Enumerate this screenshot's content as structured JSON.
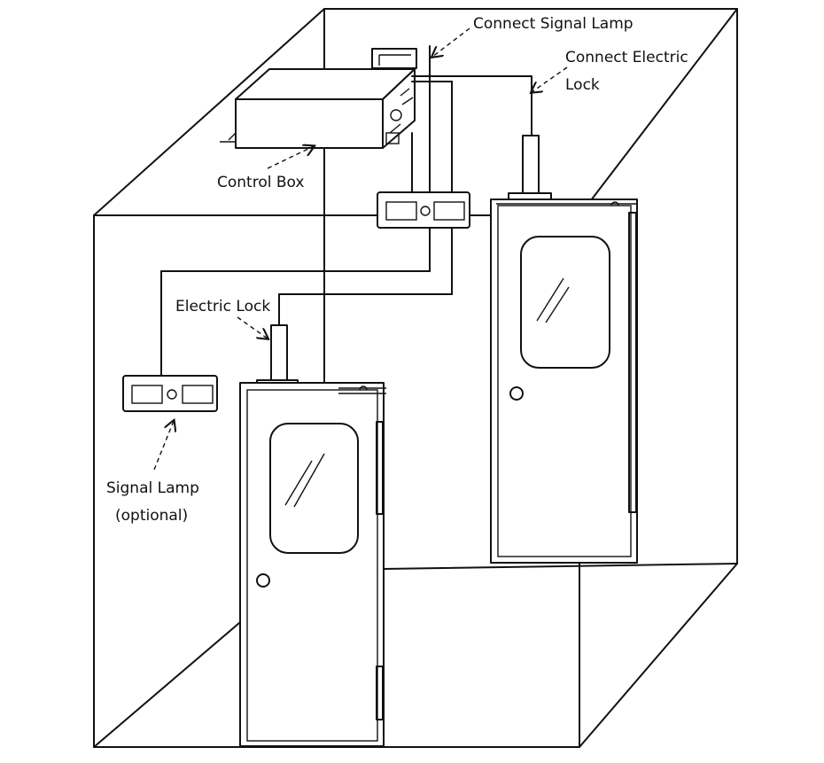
{
  "labels": {
    "connect_signal_lamp": "Connect Signal Lamp",
    "connect_electric_lock_1": "Connect Electric",
    "connect_electric_lock_2": "Lock",
    "control_box": "Control Box",
    "electric_lock": "Electric Lock",
    "signal_lamp_1": "Signal Lamp",
    "signal_lamp_2": "(optional)"
  },
  "colors": {
    "line": "#111111",
    "background": "#ffffff"
  }
}
